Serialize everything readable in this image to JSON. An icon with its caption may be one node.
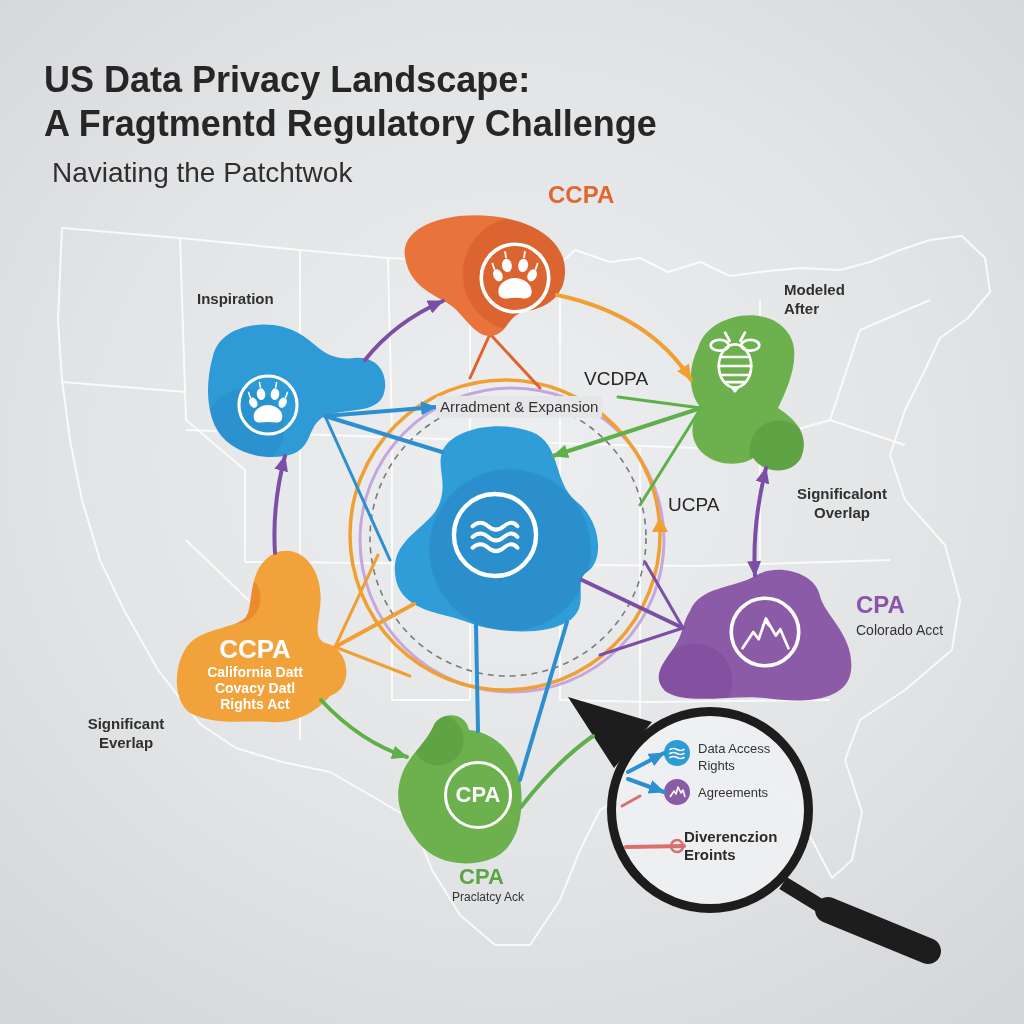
{
  "diagram": {
    "title": "US Data Privacy Landscape: A Fragtmentd Regulatory Challenge",
    "nodes": [
      {
        "text": [],
        "shape": "blob",
        "beside": [
          "CCPA"
        ]
      },
      {
        "text": [],
        "shape": "blob"
      },
      {
        "text": [],
        "shape": "blob",
        "beside": [
          "Modeled After"
        ]
      },
      {
        "text": [
          "Arradment & Expansion"
        ]
      },
      {
        "text": [],
        "shape": "blob"
      },
      {
        "text": [],
        "shape": "blob",
        "beside": [
          "CPA",
          "Colorado Acct"
        ]
      },
      {
        "text": [
          "CCPA",
          "California Datt Covacy Datl Rights Act"
        ]
      },
      {
        "text": [
          "CPA"
        ],
        "beside": [
          "CPA",
          "Praclatcy Ack"
        ]
      },
      {
        "text": [],
        "shape": "circle"
      },
      {
        "text": [],
        "shape": "circle",
        "in": 8,
        "beside": [
          "Data Access Rights"
        ]
      },
      {
        "text": [],
        "shape": "circle",
        "in": 8,
        "beside": [
          "Agreements"
        ]
      },
      {
        "text": [
          "Diverenczion Eroints"
        ],
        "in": 8
      },
      {
        "text": [],
        "shape": "triangle"
      }
    ],
    "edges": [
      {
        "from": 1,
        "to": 0,
        "arrow": "to",
        "color": "#7b4fa6"
      },
      {
        "from": 6,
        "to": 1,
        "arrow": "to",
        "color": "#7b4fa6"
      },
      {
        "from": 0,
        "to": 2,
        "arrow": "to",
        "color": "#f0a033"
      },
      {
        "from": 2,
        "to": 5,
        "arrow": "both",
        "color": "#7b4fa6"
      },
      {
        "from": 6,
        "to": 7,
        "arrow": "to",
        "color": "#5fb04a"
      },
      {
        "from": 1,
        "to": 3,
        "arrow": "to",
        "color": "#2d8fd0"
      },
      {
        "from": 1,
        "to": 4,
        "arrow": "none",
        "color": "#2d8fd0"
      },
      {
        "from": 2,
        "to": 4,
        "arrow": "to",
        "color": "#5fb04a"
      },
      {
        "from": 4,
        "to": 5,
        "arrow": "none",
        "color": "#7b4fa6"
      },
      {
        "from": 6,
        "to": 4,
        "arrow": "none",
        "color": "#f0a033"
      },
      {
        "from": 4,
        "to": 7,
        "arrow": "none",
        "color": "#2d8fd0"
      },
      {
        "from": 4,
        "to": 7,
        "arrow": "none",
        "color": "#2d8fd0"
      },
      {
        "from": 7,
        "to": 12,
        "arrow": "none",
        "color": "#5fb04a"
      },
      {
        "from": null,
        "to": 9,
        "arrow": "to",
        "color": "#2d8fd0"
      },
      {
        "from": null,
        "to": 10,
        "arrow": "to",
        "color": "#2d8fd0"
      },
      {
        "from": null,
        "to": 11,
        "arrow": "other",
        "color": "#d9706f"
      }
    ],
    "labels": [
      "Naviating the Patchtwok",
      "Inspiration",
      "VCDPA",
      "UCPA",
      "Significalont Overlap",
      "Significant Everlap"
    ]
  }
}
